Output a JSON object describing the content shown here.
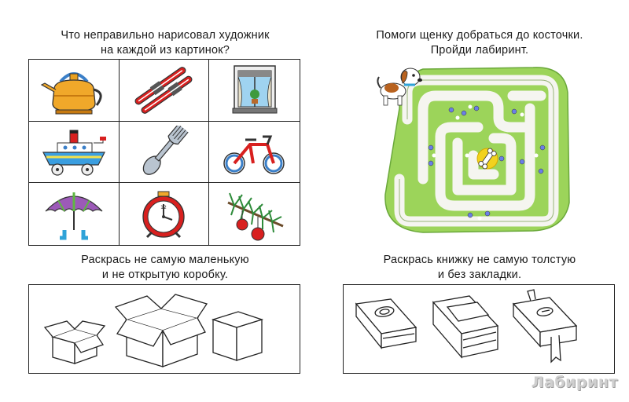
{
  "tasks": {
    "q1": {
      "line1": "Что неправильно нарисовал художник",
      "line2": "на каждой из картинок?"
    },
    "q2": {
      "line1": "Помоги щенку добраться до косточки.",
      "line2": "Пройди лабиринт."
    },
    "q3": {
      "line1": "Раскрась не самую маленькую",
      "line2": "и не открытую коробку."
    },
    "q4": {
      "line1": "Раскрась книжку не самую толстую",
      "line2": "и без закладки."
    }
  },
  "grid_pictures": [
    {
      "icon": "teapot-icon"
    },
    {
      "icon": "skis-icon"
    },
    {
      "icon": "window-icon"
    },
    {
      "icon": "steamboat-icon"
    },
    {
      "icon": "fork-icon"
    },
    {
      "icon": "tricycle-icon"
    },
    {
      "icon": "umbrella-icon"
    },
    {
      "icon": "alarm-clock-icon"
    },
    {
      "icon": "fir-branch-with-apples-icon"
    }
  ],
  "boxes": [
    {
      "icon": "open-box-small-icon"
    },
    {
      "icon": "open-box-large-icon"
    },
    {
      "icon": "closed-box-icon"
    }
  ],
  "books": [
    {
      "icon": "book-medium-icon"
    },
    {
      "icon": "book-thick-icon"
    },
    {
      "icon": "book-bookmark-icon"
    }
  ],
  "maze": {
    "icons": [
      "puppy-icon",
      "bone-icon",
      "flower-icon"
    ]
  },
  "watermark": "Лабиринт",
  "colors": {
    "maze_green": "#9cd45a",
    "path": "#f5f5f0",
    "bone_ring": "#f2d21e"
  }
}
